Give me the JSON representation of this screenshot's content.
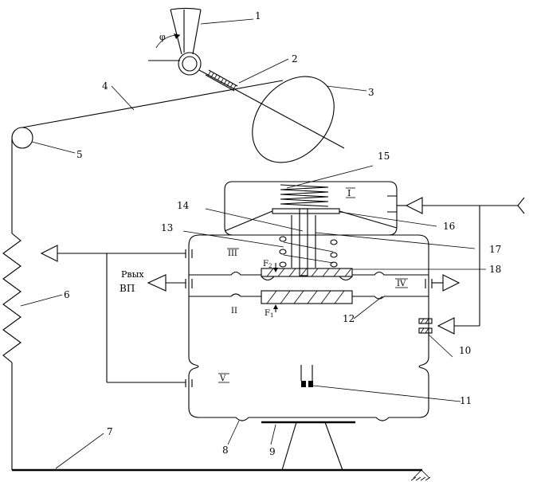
{
  "labels": {
    "n1": "1",
    "n2": "2",
    "n3": "3",
    "n4": "4",
    "n5": "5",
    "n6": "6",
    "n7": "7",
    "n8": "8",
    "n9": "9",
    "n10": "10",
    "n11": "11",
    "n12": "12",
    "n13": "13",
    "n14": "14",
    "n15": "15",
    "n16": "16",
    "n17": "17",
    "n18": "18"
  },
  "symbols": {
    "phi": "φ",
    "p_out": "Рвых",
    "vp": "ВП",
    "f1": "F",
    "f1_sub": "1",
    "f2": "F",
    "f2_sub": "2"
  },
  "chambers": {
    "c1": "I",
    "c2": "II",
    "c3": "III",
    "c4": "IV",
    "c5": "V"
  }
}
